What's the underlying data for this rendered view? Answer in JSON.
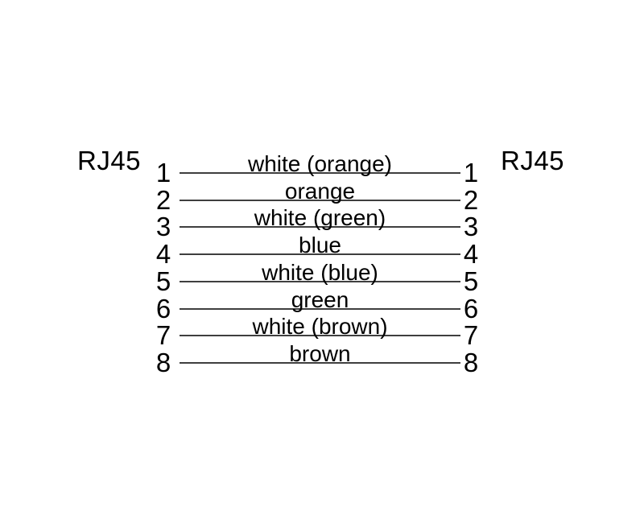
{
  "diagram": {
    "left_connector_label": "RJ45",
    "right_connector_label": "RJ45",
    "wires": [
      {
        "pin_left": "1",
        "pin_right": "1",
        "color_label": "white (orange)"
      },
      {
        "pin_left": "2",
        "pin_right": "2",
        "color_label": "orange"
      },
      {
        "pin_left": "3",
        "pin_right": "3",
        "color_label": "white (green)"
      },
      {
        "pin_left": "4",
        "pin_right": "4",
        "color_label": "blue"
      },
      {
        "pin_left": "5",
        "pin_right": "5",
        "color_label": "white (blue)"
      },
      {
        "pin_left": "6",
        "pin_right": "6",
        "color_label": "green"
      },
      {
        "pin_left": "7",
        "pin_right": "7",
        "color_label": "white (brown)"
      },
      {
        "pin_left": "8",
        "pin_right": "8",
        "color_label": "brown"
      }
    ],
    "colors": {
      "background": "#ffffff",
      "line": "#3f3f3f",
      "text": "#000000"
    }
  }
}
